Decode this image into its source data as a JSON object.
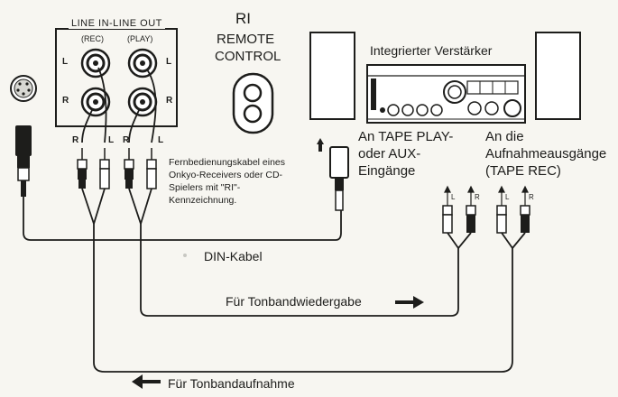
{
  "jack_panel": {
    "heading": "LINE IN-LINE OUT",
    "rec_label": "(REC)",
    "play_label": "(PLAY)",
    "left_label": "L",
    "right_label": "R"
  },
  "remote": {
    "logo": "RI",
    "line1": "REMOTE",
    "line2": "CONTROL"
  },
  "plug_labels": {
    "right": "R",
    "left": "L"
  },
  "amplifier": {
    "title": "Integrierter Verstärker"
  },
  "notes": {
    "cable_note": "Fernbedienungskabel eines\nOnkyo-Receivers oder CD-\nSpielers mit \"RI\"-\nKennzeichnung.",
    "tape_play_1": "An TAPE PLAY-",
    "tape_play_2": "oder AUX-",
    "tape_play_3": "Eingänge",
    "tape_rec_1": "An die",
    "tape_rec_2": "Aufnahmeausgänge",
    "tape_rec_3": "(TAPE REC)"
  },
  "din_cable": "DIN-Kabel",
  "playback": "Für Tonbandwiedergabe",
  "recording": "Für Tonbandaufnahme"
}
